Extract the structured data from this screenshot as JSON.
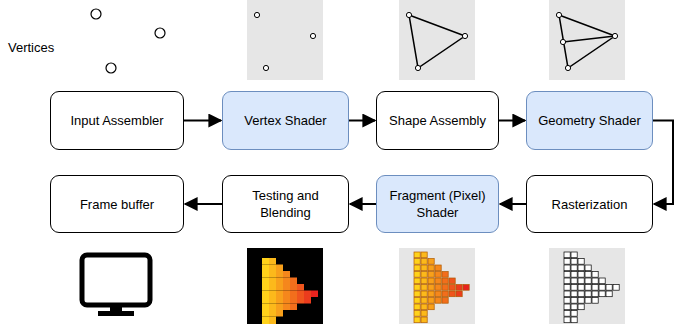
{
  "diagram": {
    "nodes": [
      {
        "text": [
          "Input Assembler"
        ]
      },
      {
        "text": [
          "Vertex Shader"
        ]
      },
      {
        "text": [
          "Shape Assembly"
        ]
      },
      {
        "text": [
          "Geometry Shader"
        ]
      },
      {
        "text": [
          "Rasterization"
        ]
      },
      {
        "text": [
          "Fragment (Pixel) Shader"
        ]
      },
      {
        "text": [
          "Testing and Blending"
        ]
      },
      {
        "text": [
          "Frame buffer"
        ]
      }
    ],
    "edges": [
      {
        "from": 0,
        "to": 1,
        "arrow": "to"
      },
      {
        "from": 1,
        "to": 2,
        "arrow": "to"
      },
      {
        "from": 2,
        "to": 3,
        "arrow": "to"
      },
      {
        "from": 3,
        "to": 4,
        "arrow": "to"
      },
      {
        "from": 4,
        "to": 5,
        "arrow": "to"
      },
      {
        "from": 5,
        "to": 6,
        "arrow": "to"
      },
      {
        "from": 6,
        "to": 7,
        "arrow": "to"
      }
    ],
    "labels": [
      "Vertices"
    ]
  }
}
